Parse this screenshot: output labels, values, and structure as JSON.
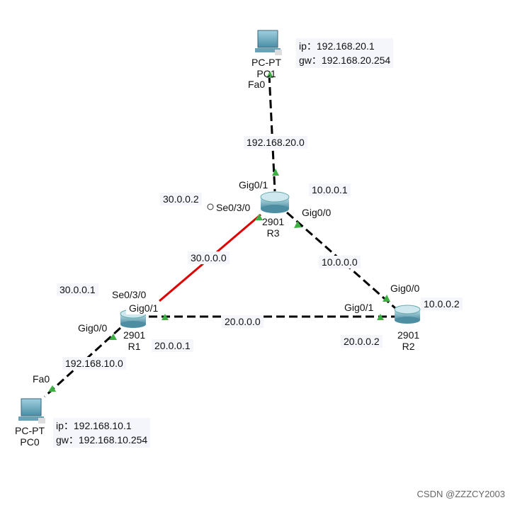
{
  "devices": {
    "pc1": {
      "model": "PC-PT",
      "name": "PC1",
      "ip": "ip：192.168.20.1",
      "gw": "gw：192.168.20.254",
      "port": "Fa0"
    },
    "pc0": {
      "model": "PC-PT",
      "name": "PC0",
      "ip": "ip：192.168.10.1",
      "gw": "gw：192.168.10.254",
      "port": "Fa0"
    },
    "r3": {
      "model": "2901",
      "name": "R3",
      "ports": [
        "Gig0/1",
        "Se0/3/0",
        "Gig0/0"
      ],
      "addr_g01": "10.0.0.1",
      "addr_se": "30.0.0.2"
    },
    "r1": {
      "model": "2901",
      "name": "R1",
      "ports": [
        "Se0/3/0",
        "Gig0/1",
        "Gig0/0"
      ],
      "addr_se": "30.0.0.1",
      "addr_g01": "20.0.0.1"
    },
    "r2": {
      "model": "2901",
      "name": "R2",
      "ports": [
        "Gig0/0",
        "Gig0/1"
      ],
      "addr_g00": "10.0.0.2",
      "addr_g01": "20.0.0.2"
    }
  },
  "networks": [
    "192.168.20.0",
    "30.0.0.0",
    "10.0.0.0",
    "20.0.0.0",
    "192.168.10.0"
  ],
  "colors": {
    "link": "#000000",
    "serial": "#e00000",
    "port_up": "#3cb043"
  },
  "watermark": "CSDN @ZZZCY2003"
}
